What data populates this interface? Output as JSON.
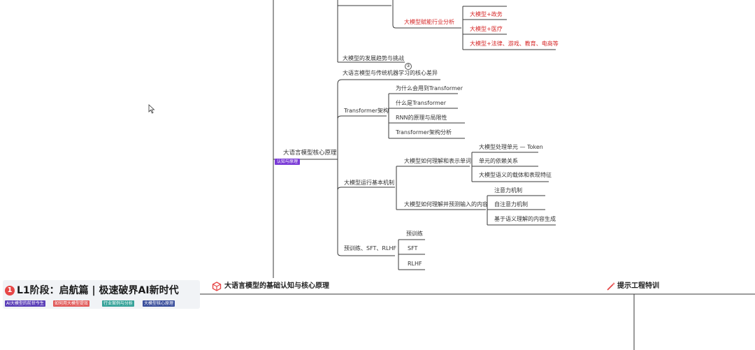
{
  "mindmap": {
    "top_branch": {
      "label": "大模型赋能行业分析",
      "children": [
        "大模型+政务",
        "大模型+医疗",
        "大模型+法律、游戏、教育、电商等"
      ]
    },
    "trend_node": "大模型的发展趋势与挑战",
    "circle_badge": "③",
    "core": {
      "label": "大语言模型核心原理",
      "tag": "认知与原理",
      "diff_node": "大语言模型与传统机器学习的核心差异",
      "transformer": {
        "label": "Transformer架构",
        "children": [
          "为什么会用到Transformer",
          "什么是Transformer",
          "RNN的原理与局限性",
          "Transformer架构分析"
        ]
      },
      "mechanism": {
        "label": "大模型运行基本机制",
        "understand": {
          "label": "大模型如何理解和表示单词",
          "children": [
            "大模型处理单元 — Token",
            "单元的依赖关系",
            "大模型语义的载体和表现特征"
          ]
        },
        "predict": {
          "label": "大模型如何理解并预测输入的内容",
          "children": [
            "注意力机制",
            "自注意力机制",
            "基于语义理解的内容生成"
          ]
        }
      },
      "training": {
        "label": "预训练、SFT、RLHF",
        "children": [
          "预训练",
          "SFT",
          "RLHF"
        ]
      }
    }
  },
  "banner": {
    "stage_number": "1",
    "stage_title": "L1阶段：启航篇 | 极速破界AI新时代",
    "tags": [
      {
        "text": "AI大模型的前世今生",
        "color": "#5b3fb8"
      },
      {
        "text": "如何用大模型提效",
        "color": "#e15a5a"
      },
      {
        "text": "行业案例与分析",
        "color": "#37a39a"
      },
      {
        "text": "大模型核心原理",
        "color": "#3a4f9c"
      }
    ],
    "section_title": "大语言模型的基础认知与核心原理",
    "next_section_title": "提示工程特训"
  },
  "colors": {
    "accent_red": "#d62828",
    "tag_purple": "#7a3bd6",
    "line": "#333333"
  }
}
